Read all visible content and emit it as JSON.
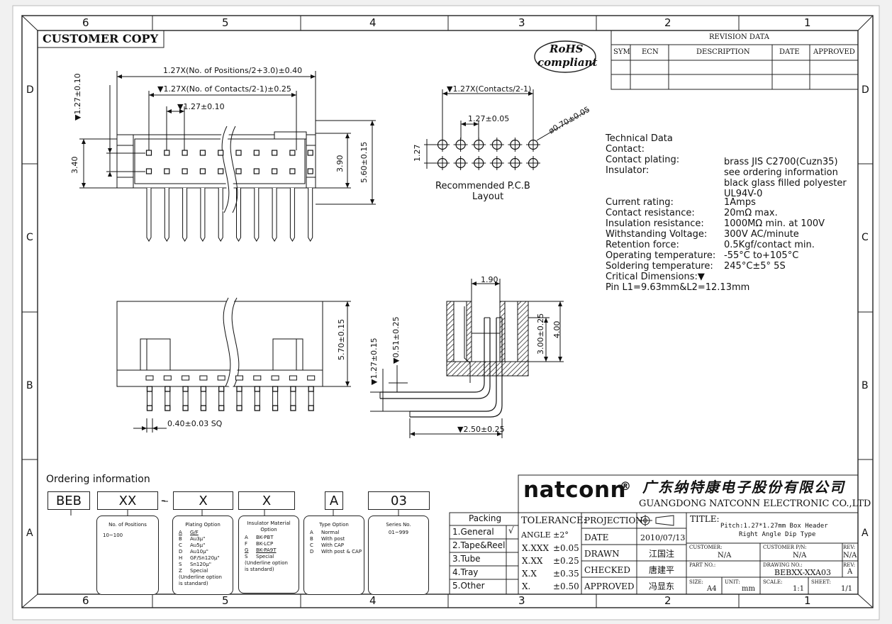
{
  "frame": {
    "col_labels": [
      "6",
      "5",
      "4",
      "3",
      "2",
      "1"
    ],
    "row_labels": [
      "D",
      "C",
      "B",
      "A"
    ]
  },
  "header": {
    "customer_copy": "CUSTOMER COPY",
    "rohs_line1": "RoHS",
    "rohs_line2": "compliant"
  },
  "revision": {
    "title": "REVISION DATA",
    "columns": [
      "SYM",
      "ECN",
      "DESCRIPTION",
      "DATE",
      "APPROVED"
    ]
  },
  "dimensions": {
    "top_overall": "1.27X(No. of Positions/2+3.0)±0.40",
    "top_contacts": "▼1.27X(No. of Contacts/2-1)±0.25",
    "pitch": "▼1.27±0.10",
    "left_pitch": "▼1.27±0.10",
    "left_340": "3.40",
    "right_390": "3.90",
    "right_560": "5.60±0.15",
    "pcb_contacts": "▼1.27X(Contacts/2-1)",
    "pcb_pitch": "1.27±0.05",
    "pcb_hole": "ø0.70±0.05",
    "pcb_row": "1.27",
    "side_570": "5.70±0.15",
    "pin_sq": "0.40±0.03 SQ",
    "rv_190": "1.90",
    "rv_400": "4.00",
    "rv_300": "3.00±0.25",
    "rv_051": "▼0.51±0.25",
    "rv_127": "▼1.27±0.15",
    "rv_250": "▼2.50±0.25"
  },
  "pcb_caption": [
    "Recommended P.C.B",
    "Layout"
  ],
  "tech": {
    "title": "Technical Data",
    "rows": [
      {
        "label": "Contact:",
        "value": ""
      },
      {
        "label": "Contact plating:",
        "value": "brass JIS C2700(Cuzn35)"
      },
      {
        "label": "Insulator:",
        "value": "see ordering information"
      },
      {
        "label": "",
        "value": "black glass filled polyester"
      },
      {
        "label": "",
        "value": "UL94V-0"
      },
      {
        "label": "Current rating:",
        "value": "1Amps"
      },
      {
        "label": "Contact resistance:",
        "value": "20mΩ max."
      },
      {
        "label": "Insulation resistance:",
        "value": "1000MΩ min. at 100V"
      },
      {
        "label": "Withstanding Voltage:",
        "value": "300V AC/minute"
      },
      {
        "label": "Retention force:",
        "value": "0.5Kgf/contact min."
      },
      {
        "label": "Operating temperature:",
        "value": "-55°C to+105°C"
      },
      {
        "label": "Soldering temperature:",
        "value": "245°C±5° 5S"
      },
      {
        "label": "Critical Dimensions:▼",
        "value": ""
      },
      {
        "label": "Pin L1=9.63mm&L2=12.13mm",
        "value": ""
      }
    ]
  },
  "ordering": {
    "title": "Ordering information",
    "code": [
      "BEB",
      "XX",
      "-",
      "X",
      "X",
      "A",
      "03"
    ],
    "positions": {
      "title": "No. of Positions",
      "lines": [
        "10~100"
      ]
    },
    "plating": {
      "title": "Plating Option",
      "rows": [
        [
          "A",
          "G/F"
        ],
        [
          "B",
          "Au3μ\""
        ],
        [
          "C",
          "Au5μ\""
        ],
        [
          "D",
          "Au10μ\""
        ],
        [
          "H",
          "GF/Sn120μ\""
        ],
        [
          "S",
          "Sn120μ\""
        ],
        [
          "Z",
          "Special"
        ]
      ],
      "note": [
        "(Underline option",
        "is standard)"
      ]
    },
    "insulator": {
      "title": "Insulator Material Option",
      "rows": [
        [
          "A",
          "BK-PBT"
        ],
        [
          "F",
          "BK-LCP"
        ],
        [
          "G",
          "BK-PA9T"
        ],
        [
          "S",
          "Special"
        ]
      ],
      "note": [
        "(Underline option",
        "is standard)"
      ]
    },
    "type": {
      "title": "Type Option",
      "rows": [
        [
          "A",
          "Normal"
        ],
        [
          "B",
          "With post"
        ],
        [
          "C",
          "With CAP"
        ],
        [
          "D",
          "With post & CAP"
        ]
      ]
    },
    "series": {
      "title": "Series No.",
      "lines": [
        "01~999"
      ]
    }
  },
  "company": {
    "brand": "natconn",
    "reg": "®",
    "cn_name": "广东纳特康电子股份有限公司",
    "en_name": "GUANGDONG NATCONN ELECTRONIC CO.,LTD"
  },
  "packing": {
    "title": "Packing",
    "items": [
      "1.General",
      "2.Tape&Reel",
      "3.Tube",
      "4.Tray",
      "5.Other"
    ],
    "check": "√"
  },
  "tolerance": {
    "title": "TOLERANCE:",
    "angle": "ANGLE ±2°",
    "rows": [
      [
        "X.XXX",
        "±0.05"
      ],
      [
        "X.XX",
        "±0.25"
      ],
      [
        "X.X",
        "±0.35"
      ],
      [
        "X.",
        "±0.50"
      ]
    ]
  },
  "titleblock": {
    "projection": "PROJECTION",
    "date_label": "DATE",
    "date_value": "2010/07/13",
    "drawn_label": "DRAWN",
    "drawn_value": "江国注",
    "checked_label": "CHECKED",
    "checked_value": "唐建平",
    "approved_label": "APPROVED",
    "approved_value": "冯显东",
    "title_label": "TITLE:",
    "title_line1": "Pitch:1.27*1.27mm Box Header",
    "title_line2": "Right Angle Dip Type",
    "customer_label": "CUSTOMER:",
    "customer_value": "N/A",
    "cust_pn_label": "CUSTOMER P/N:",
    "cust_pn_value": "N/A",
    "rev_label": "REV:",
    "rev_value1": "N/A",
    "partno_label": "PART NO.:",
    "drawing_label": "DRAWING NO.:",
    "drawing_value": "BEBXX-XXA03",
    "rev_value2": "A",
    "size_label": "SIZE:",
    "size_value": "A4",
    "unit_label": "UNIT:",
    "unit_value": "mm",
    "scale_label": "SCALE:",
    "scale_value": "1:1",
    "sheet_label": "SHEET:",
    "sheet_value": "1/1"
  }
}
